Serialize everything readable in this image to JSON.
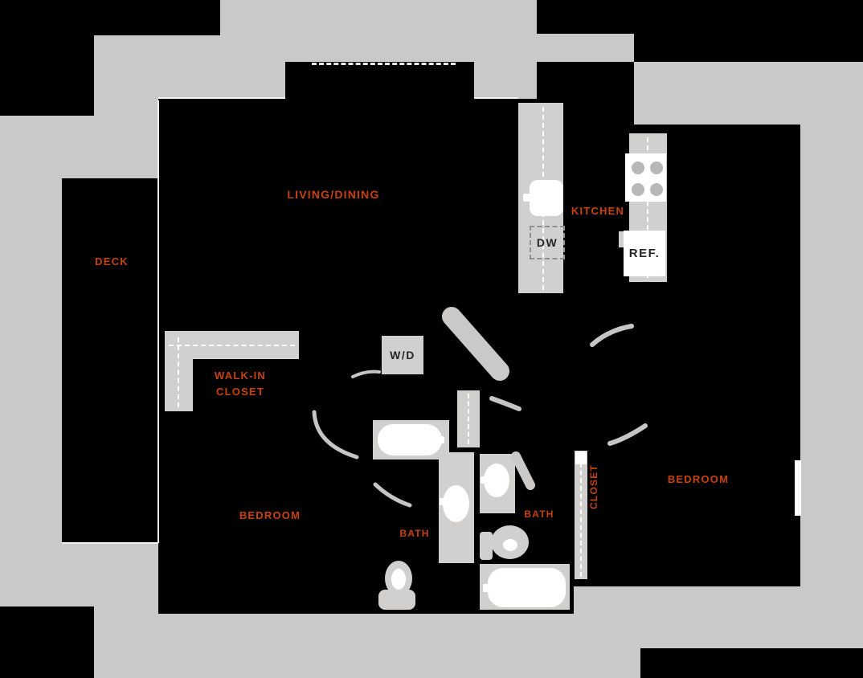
{
  "title": "Apartment floor plan",
  "colors": {
    "background": "#000000",
    "building_band": "#c9c9c9",
    "fixture_gray": "#d2d0ce",
    "fixture_white": "#ffffff",
    "room_label_red": "#c8410c",
    "appliance_label_dark": "#262626"
  },
  "labels": {
    "living_dining": "LIVING/DINING",
    "deck": "DECK",
    "kitchen": "KITCHEN",
    "walk_in_line1": "WALK-IN",
    "walk_in_line2": "CLOSET",
    "bedroom_left": "BEDROOM",
    "bedroom_right": "BEDROOM",
    "bath_left": "BATH",
    "bath_right": "BATH",
    "closet": "CLOSET"
  },
  "appliances": {
    "dishwasher": "DW",
    "refrigerator": "REF.",
    "washer_dryer": "W/D"
  }
}
